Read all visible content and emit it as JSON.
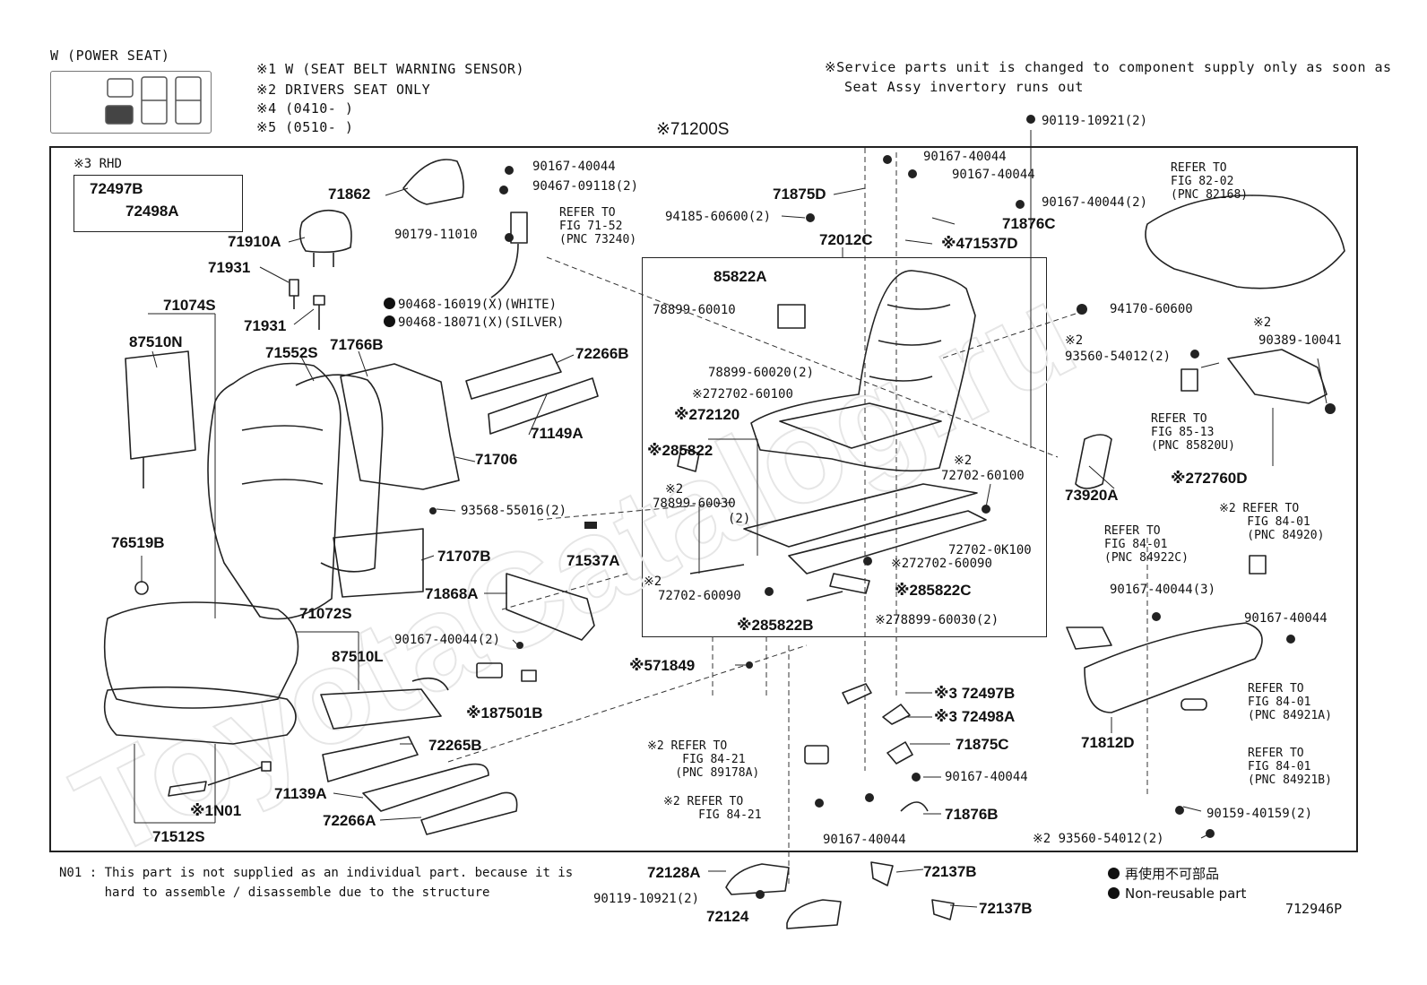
{
  "header": {
    "model_title": "W (POWER SEAT)",
    "notes": [
      "※1 W (SEAT BELT WARNING SENSOR)",
      "※2 DRIVERS SEAT ONLY",
      "※4 (0410-       )",
      "※5 (0510-       )"
    ],
    "service_note_line1": "※Service parts unit is changed to component supply only as soon as",
    "service_note_line2": "Seat Assy invertory runs out"
  },
  "assembly_label": "※71200S",
  "rhd_label": "※3 RHD",
  "parts": {
    "p72497B_top": "72497B",
    "p72498A_top": "72498A",
    "p71862": "71862",
    "p90167_40044_a": "90167-40044",
    "p90467_09118": "90467-09118(2)",
    "p71910A": "71910A",
    "p90179_11010": "90179-11010",
    "p71931_a": "71931",
    "p71931_b": "71931",
    "p90468_16019": "90468-16019(X)(WHITE)",
    "p90468_18071": "90468-18071(X)(SILVER)",
    "p71074S": "71074S",
    "p87510N": "87510N",
    "p71552S": "71552S",
    "p71766B": "71766B",
    "p72266B": "72266B",
    "p71149A": "71149A",
    "p71706": "71706",
    "p93568_55016": "93568-55016(2)",
    "p71537A": "71537A",
    "p71707B": "71707B",
    "p76519B": "76519B",
    "p71868A": "71868A",
    "p71072S": "71072S",
    "p90167_40044_b": "90167-40044(2)",
    "p87510L": "87510L",
    "p87501B": "※187501B",
    "p72265B": "72265B",
    "p71139A": "71139A",
    "pN01": "※1N01",
    "p72266A": "72266A",
    "p71512S": "71512S",
    "p71875D": "71875D",
    "p90167_40044_c": "90167-40044",
    "p90167_40044_d": "90167-40044",
    "p94185_60600": "94185-60600(2)",
    "p90167_40044_e": "90167-40044(2)",
    "p71876C": "71876C",
    "p72012C": "72012C",
    "p71537D": "※471537D",
    "p90119_10921_top": "90119-10921(2)",
    "p85822A": "85822A",
    "p78899_60010": "78899-60010",
    "p78899_60020": "78899-60020(2)",
    "p72702_60100_a": "※272702-60100",
    "p72120": "※272120",
    "p85822": "※285822",
    "p78899_60030_a_star": "※2",
    "p78899_60030_a": "78899-60030",
    "p78899_60030_a_qty": "(2)",
    "p72702_60100_b_star": "※2",
    "p72702_60100_b": "72702-60100",
    "p72702_0K100": "72702-0K100",
    "p72702_60090_a": "※272702-60090",
    "p72702_60090_b_star": "※2",
    "p72702_60090_b": "72702-60090",
    "p85822C": "※285822C",
    "p78899_60030_b": "※278899-60030(2)",
    "p85822B": "※285822B",
    "p71849": "※571849",
    "p72497B_mid": "※3 72497B",
    "p72498A_mid": "※3 72498A",
    "p71875C": "71875C",
    "p90167_40044_f": "90167-40044",
    "p71876B": "71876B",
    "p90167_40044_g": "90167-40044",
    "p94170_60600": "94170-60600",
    "p93560_54012_a_star": "※2",
    "p93560_54012_a": "93560-54012(2)",
    "p90389_10041_star": "※2",
    "p90389_10041": "90389-10041",
    "p72760D": "※272760D",
    "p73920A": "73920A",
    "p90167_40044_h": "90167-40044(3)",
    "p90167_40044_i": "90167-40044",
    "p71812D": "71812D",
    "p90159_40159": "90159-40159(2)",
    "p93560_54012_b": "※2 93560-54012(2)",
    "p72128A": "72128A",
    "p90119_10921_bot": "90119-10921(2)",
    "p72124": "72124",
    "p72137B_a": "72137B",
    "p72137B_b": "72137B"
  },
  "refs": {
    "r71_52": "REFER TO\nFIG 71-52\n(PNC 73240)",
    "r82_02": "REFER TO\nFIG 82-02\n(PNC 82168)",
    "r85_13": "REFER TO\nFIG 85-13\n(PNC 85820U)",
    "r84_01_a": "REFER TO\nFIG 84-01\n(PNC 84922C)",
    "r84_01_b": "※2 REFER TO\n    FIG 84-01\n    (PNC 84920)",
    "r84_01_c": "REFER TO\nFIG 84-01\n(PNC 84921A)",
    "r84_01_d": "REFER TO\nFIG 84-01\n(PNC 84921B)",
    "r84_21_a": "※2 REFER TO\n     FIG 84-21\n    (PNC 89178A)",
    "r84_21_b": "※2 REFER TO\n     FIG 84-21"
  },
  "footnote": {
    "line1": "N01 : This part is not supplied as an individual part. because it is",
    "line2": "      hard to assemble / disassemble due to the structure"
  },
  "legend": {
    "jp": "再使用不可部品",
    "en": "Non-reusable part"
  },
  "figure_code": "712946P",
  "watermark": "ToyotaCatalog.ru"
}
